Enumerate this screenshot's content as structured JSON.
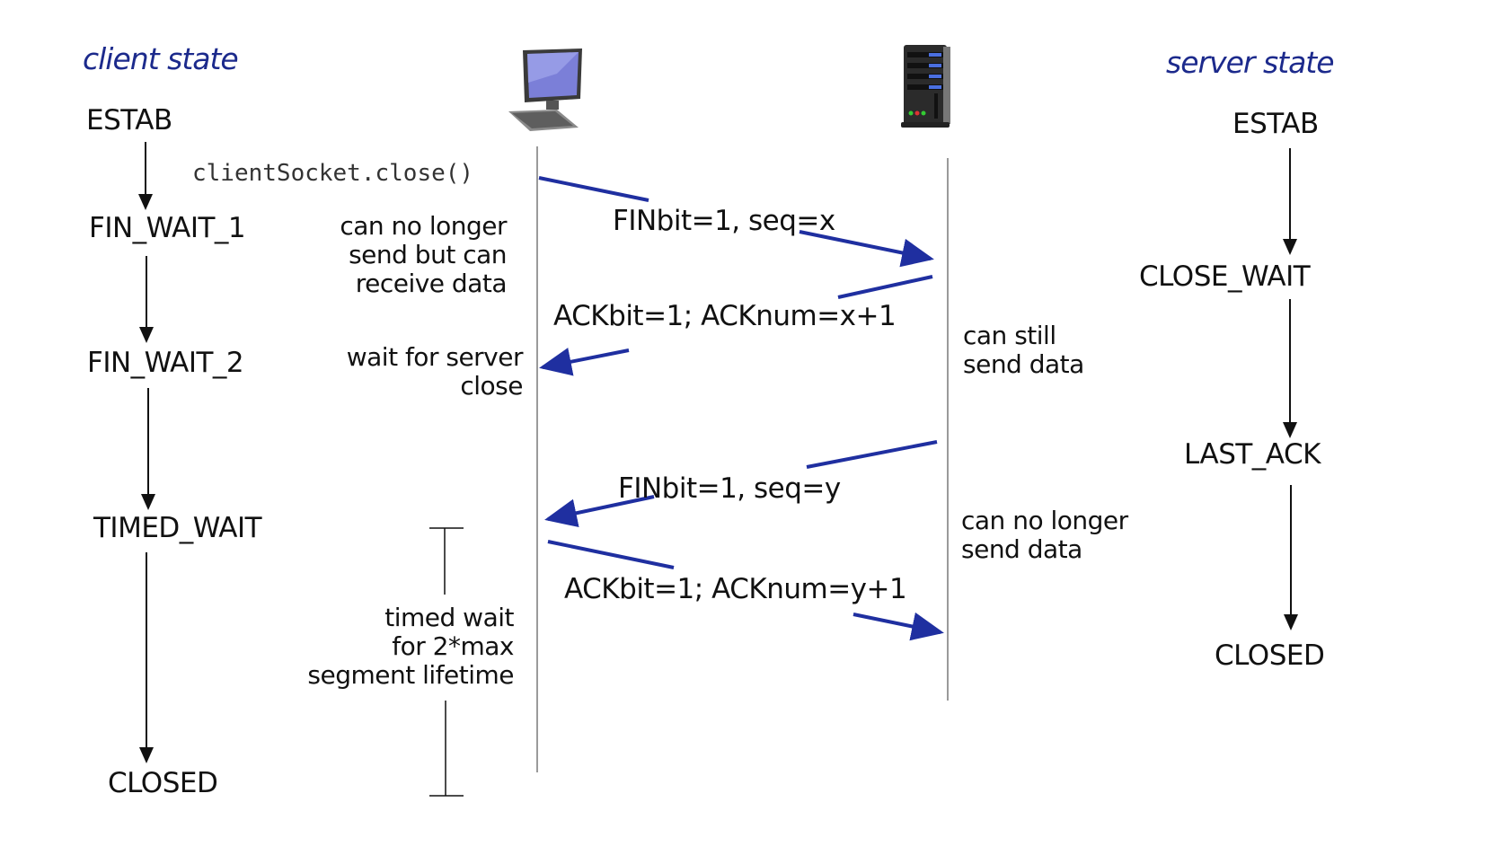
{
  "headers": {
    "client": "client state",
    "server": "server state"
  },
  "icons": {
    "client": "computer-icon",
    "server": "server-icon"
  },
  "client_states": [
    "ESTAB",
    "FIN_WAIT_1",
    "FIN_WAIT_2",
    "TIMED_WAIT",
    "CLOSED"
  ],
  "server_states": [
    "ESTAB",
    "CLOSE_WAIT",
    "LAST_ACK",
    "CLOSED"
  ],
  "client_call": "clientSocket.close()",
  "client_notes": {
    "fin_wait_1": [
      "can no longer",
      "send but can",
      "receive data"
    ],
    "fin_wait_2": [
      "wait for server",
      "close"
    ],
    "timed_wait": [
      "timed wait",
      "for 2*max",
      "segment lifetime"
    ]
  },
  "server_notes": {
    "close_wait": [
      "can still",
      "send data"
    ],
    "last_ack": [
      "can no longer",
      "send data"
    ]
  },
  "messages": [
    {
      "label": "FINbit=1, seq=x",
      "direction": "client-to-server"
    },
    {
      "label": "ACKbit=1; ACKnum=x+1",
      "direction": "server-to-client"
    },
    {
      "label": "FINbit=1, seq=y",
      "direction": "server-to-client"
    },
    {
      "label": "ACKbit=1; ACKnum=y+1",
      "direction": "client-to-server"
    }
  ],
  "colors": {
    "arrow": "#1f2fa0",
    "header": "#1c2a8c",
    "timeline": "#9a9a9a"
  }
}
